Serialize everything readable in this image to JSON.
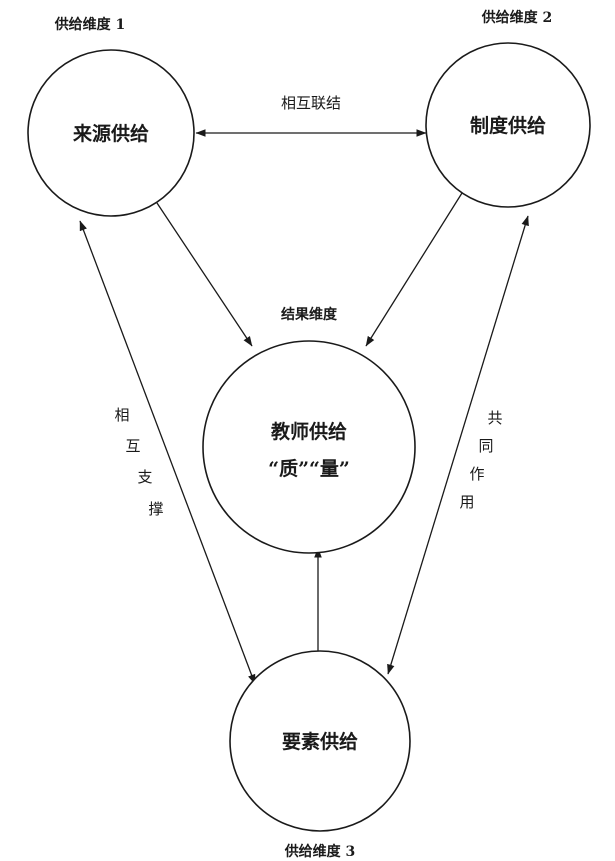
{
  "dimension_labels": {
    "source_dimension": "供给维度 1",
    "system_dimension": "供给维度 2",
    "result_dimension": "结果维度",
    "element_dimension": "供给维度 3"
  },
  "nodes": {
    "source": "来源供给",
    "system": "制度供给",
    "teacher_line1": "教师供给",
    "teacher_line2": "“质”“量”",
    "element": "要素供给"
  },
  "relations": {
    "interlink": "相互联结",
    "mutual_support": [
      "相",
      "互",
      "支",
      "撑"
    ],
    "joint_action": [
      "共",
      "同",
      "作",
      "用"
    ]
  }
}
